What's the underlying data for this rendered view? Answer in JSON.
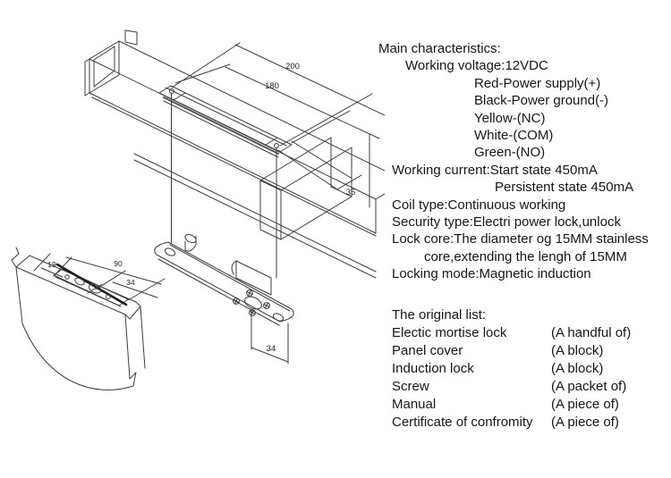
{
  "characteristics": {
    "title": "Main characteristics:",
    "lines": [
      {
        "text": "Working voltage:12VDC"
      },
      {
        "text": "Red-Power supply(+)"
      },
      {
        "text": "Black-Power ground(-)"
      },
      {
        "text": "Yellow-(NC)"
      },
      {
        "text": "White-(COM)"
      },
      {
        "text": "Green-(NO)"
      },
      {
        "text": "Working current:Start state 450mA"
      },
      {
        "text": "Persistent state 450mA"
      },
      {
        "text": "Coil type:Continuous working"
      },
      {
        "text": "Security type:Electri power lock,unlock"
      },
      {
        "text": "Lock core:The diameter og 15MM stainless"
      },
      {
        "text": "core,extending the lengh of 15MM"
      },
      {
        "text": "Locking mode:Magnetic induction"
      }
    ]
  },
  "original_list": {
    "title": "The original list:",
    "items": [
      {
        "item": "Electic mortise lock",
        "qty": "(A handful of)"
      },
      {
        "item": "Panel cover",
        "qty": "(A block)"
      },
      {
        "item": "Induction lock",
        "qty": "(A block)"
      },
      {
        "item": "Screw",
        "qty": "(A packet of)"
      },
      {
        "item": "Manual",
        "qty": "(A piece of)"
      },
      {
        "item": "Certificate of confromity",
        "qty": "(A piece of)"
      }
    ]
  },
  "diagram": {
    "line_color": "#3d3d3d",
    "labels": {
      "frame_length": "200",
      "slot_length": "180",
      "body_width": "35",
      "faceplate_width": "34",
      "strike_offset": "19",
      "strike_length": "90",
      "strike_width": "34"
    }
  }
}
